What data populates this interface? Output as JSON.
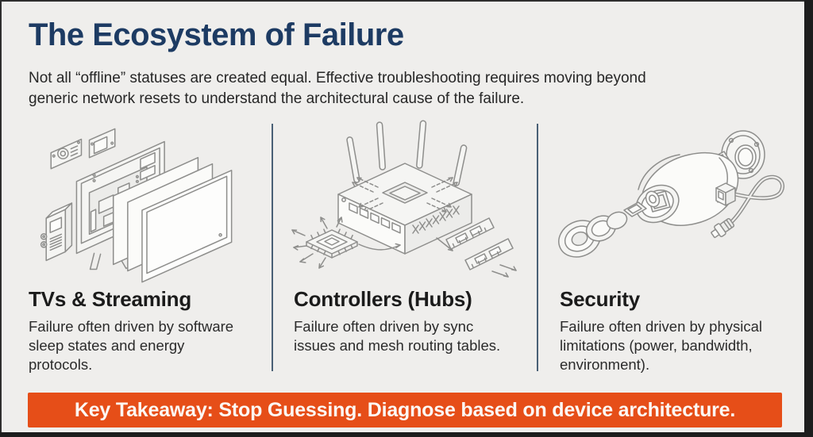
{
  "header": {
    "title": "The Ecosystem of Failure",
    "subtitle": "Not all “offline” statuses are created equal. Effective troubleshooting requires moving beyond\ngeneric network resets to understand the architectural cause of the failure."
  },
  "columns": [
    {
      "illustration": "tv-exploded-illustration",
      "heading": "TVs & Streaming",
      "body": "Failure often driven by software\nsleep states and energy\nprotocols."
    },
    {
      "illustration": "router-exploded-illustration",
      "heading": "Controllers (Hubs)",
      "body": "Failure often driven by sync\nissues and mesh routing tables."
    },
    {
      "illustration": "security-camera-exploded-illustration",
      "heading": "Security",
      "body": "Failure often driven by physical\nlimitations (power, bandwidth,\nenvironment)."
    }
  ],
  "takeaway": {
    "text": "Key Takeaway: Stop Guessing. Diagnose based on device architecture."
  },
  "colors": {
    "background": "#efeeec",
    "title": "#1d3b63",
    "body_text": "#2b2b2b",
    "divider": "#4a6076",
    "banner_background": "#e64e18",
    "banner_text": "#fcf8f4",
    "line_art": "#8e8e8c"
  }
}
